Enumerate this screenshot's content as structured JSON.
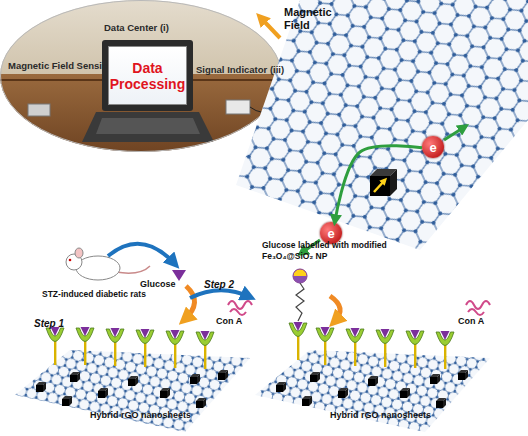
{
  "diagram": {
    "nodes": [
      {
        "text": [
          "Data Center (i)",
          "Magnetic Field Sensing Node (ii)",
          "Signal Indicator (iii)"
        ]
      },
      {
        "text": [
          "Data Processing"
        ],
        "in": 0
      },
      {
        "text": [
          "e"
        ]
      },
      {
        "text": [
          "e"
        ]
      }
    ],
    "edges": [
      {
        "from": 2,
        "to": 3,
        "arrow": "to"
      }
    ],
    "labels": [
      "Magnetic Field",
      "STZ-induced diabetic rats",
      "Glucose",
      "Step 1",
      "Step 2",
      "Con A",
      "Glucose labelled with modified Fe₃O₄@SiO₂ NP",
      "Con A",
      "Hybrid rGO nanosheets",
      "Hybrid rGO nanosheets"
    ]
  }
}
